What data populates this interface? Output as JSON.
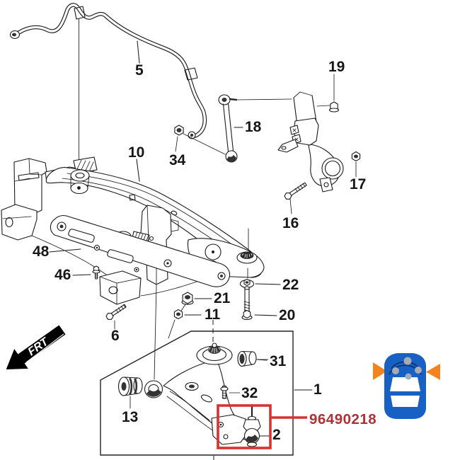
{
  "diagram": {
    "type": "exploded-parts-diagram",
    "subject": "front suspension crossmember and lower control arm",
    "frt": {
      "label": "FRT"
    },
    "callouts": {
      "c5": "5",
      "c19": "19",
      "c18": "18",
      "c34": "34",
      "c10": "10",
      "c17": "17",
      "c16": "16",
      "c48": "48",
      "c46": "46",
      "c22": "22",
      "c21": "21",
      "c11": "11",
      "c20": "20",
      "c6": "6",
      "c31": "31",
      "c32": "32",
      "c1": "1",
      "c13": "13",
      "c2": "2"
    },
    "highlight": {
      "part_number": "96490218",
      "linked_callout": "2"
    }
  },
  "colors": {
    "line": "#1a1a1a",
    "highlight_red": "#d63333",
    "part_number_red": "#ad3237",
    "car_blue": "#1760c4",
    "car_window": "#ffffff",
    "car_dot_gray": "#a7acb4",
    "arrow_orange": "#f5821f"
  },
  "icons": {
    "frt_arrow": "front-direction-arrow",
    "car_locator": "car-top-view-front-suspension-locator"
  }
}
